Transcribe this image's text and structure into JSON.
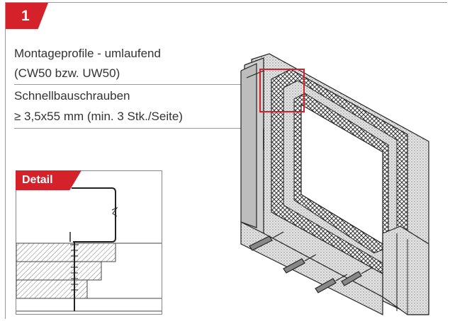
{
  "step": {
    "number": "1"
  },
  "labels": {
    "profile_title": "Montageprofile - umlaufend",
    "profile_sub": "(CW50 bzw. UW50)",
    "screw_title": "Schnellbauschrauben",
    "screw_sub": "≥ 3,5x55 mm (min. 3 Stk./Seite)"
  },
  "detail": {
    "label": "Detail"
  },
  "colors": {
    "accent": "#d4212a",
    "line": "#333333",
    "panel": "#d8d8d8"
  }
}
